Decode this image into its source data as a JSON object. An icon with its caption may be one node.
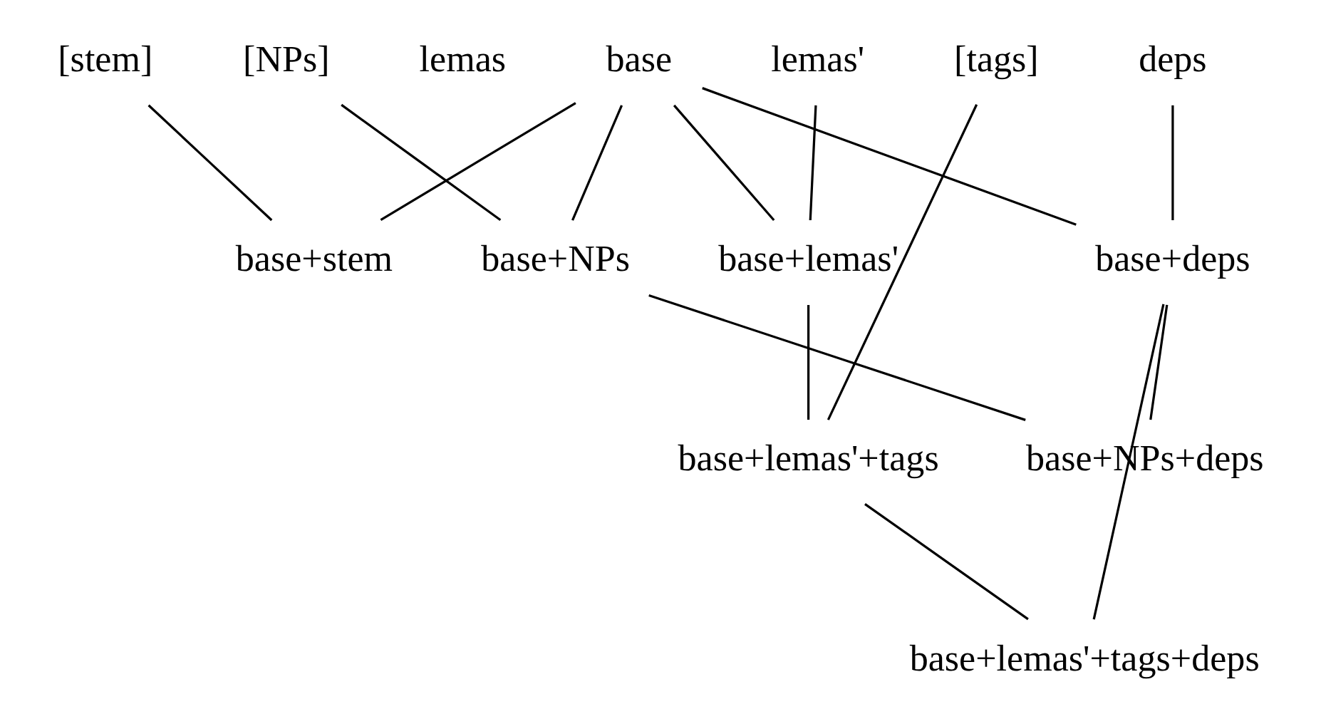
{
  "diagram": {
    "nodes": [
      {
        "text": [
          "[stem]"
        ]
      },
      {
        "text": [
          "[NPs]"
        ]
      },
      {
        "text": [
          "lemas"
        ]
      },
      {
        "text": [
          "base"
        ]
      },
      {
        "text": [
          "lemas'"
        ]
      },
      {
        "text": [
          "[tags]"
        ]
      },
      {
        "text": [
          "deps"
        ]
      },
      {
        "text": [
          "base+stem"
        ]
      },
      {
        "text": [
          "base+NPs"
        ]
      },
      {
        "text": [
          "base+lemas'"
        ]
      },
      {
        "text": [
          "base+deps"
        ]
      },
      {
        "text": [
          "base+lemas'+tags"
        ]
      },
      {
        "text": [
          "base+NPs+deps"
        ]
      },
      {
        "text": [
          "base+lemas'+tags+deps"
        ]
      }
    ],
    "edges": [
      {
        "from": 0,
        "to": 7,
        "arrow": "none"
      },
      {
        "from": 3,
        "to": 7,
        "arrow": "none"
      },
      {
        "from": 1,
        "to": 8,
        "arrow": "none"
      },
      {
        "from": 3,
        "to": 8,
        "arrow": "none"
      },
      {
        "from": 3,
        "to": 9,
        "arrow": "none"
      },
      {
        "from": 4,
        "to": 9,
        "arrow": "none"
      },
      {
        "from": 3,
        "to": 10,
        "arrow": "none"
      },
      {
        "from": 6,
        "to": 10,
        "arrow": "none"
      },
      {
        "from": 9,
        "to": 11,
        "arrow": "none"
      },
      {
        "from": 5,
        "to": 11,
        "arrow": "none"
      },
      {
        "from": 8,
        "to": 12,
        "arrow": "none"
      },
      {
        "from": 10,
        "to": 12,
        "arrow": "none"
      },
      {
        "from": 11,
        "to": 13,
        "arrow": "none"
      },
      {
        "from": 10,
        "to": 13,
        "arrow": "none"
      }
    ]
  }
}
